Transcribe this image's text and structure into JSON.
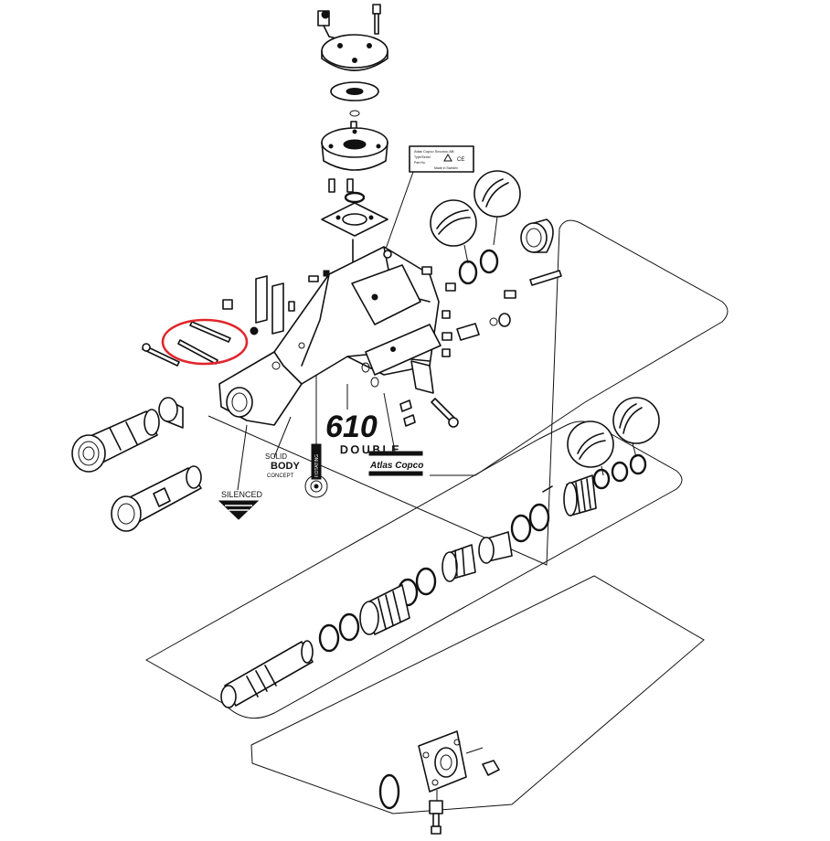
{
  "colors": {
    "line": "#111111",
    "background": "#ffffff",
    "highlight": "#e0262b"
  },
  "plate": {
    "line1": "Atlas Copco Secoroc AB",
    "line2": "Type/Serial",
    "line3": "Part No.",
    "line4": "Made in Sweden"
  },
  "logos": {
    "model_number": "610",
    "model_tag": "DOUBLE",
    "solid_body_top": "SOLID",
    "solid_body_main": "BODY",
    "solid_body_sub": "CONCEPT",
    "silenced": "SILENCED",
    "brand": "Atlas Copco",
    "badge_text": "ROTATING"
  },
  "highlight": {
    "target": "guide-pins"
  }
}
